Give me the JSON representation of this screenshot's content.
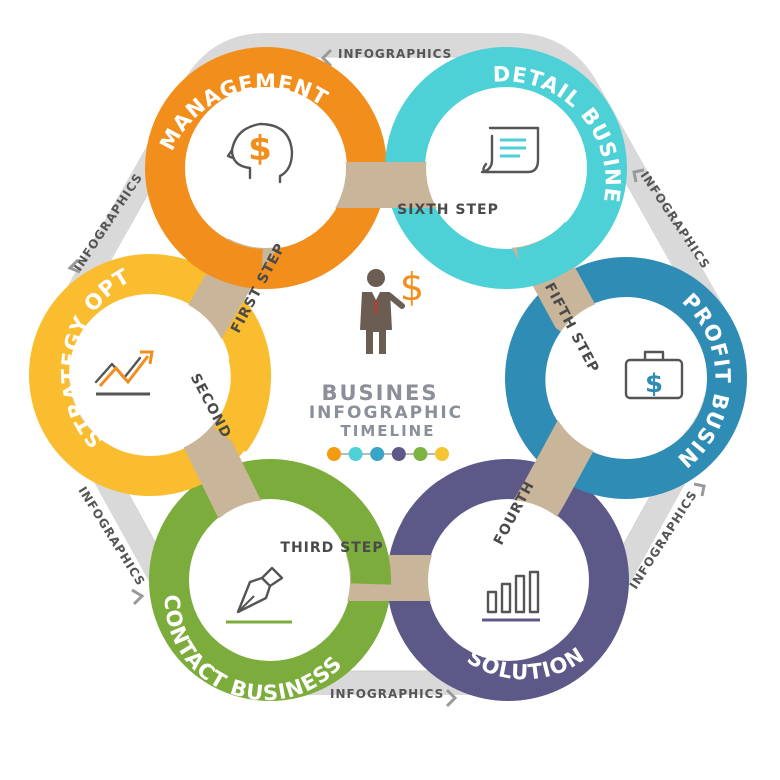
{
  "center": {
    "line1": "BUSINES",
    "line2": "INFOGRAPHIC",
    "line3": "TIMELINE",
    "dots": [
      "#f39c12",
      "#4dd0d6",
      "#3aa3c8",
      "#5d5a8a",
      "#7cb342",
      "#f5c531"
    ]
  },
  "frame": {
    "labels": [
      "INFOGRAPHICS",
      "INFOGRAPHICS",
      "INFOGRAPHICS",
      "INFOGRAPHICS",
      "INFOGRAPHICS",
      "INFOGRAPHICS"
    ]
  },
  "rings": [
    {
      "label": "MANAGEMENT",
      "color": "#f28e1c",
      "icon": "head-dollar-icon"
    },
    {
      "label": "DETAIL BUSINESS",
      "color": "#4dd0d6",
      "icon": "document-scroll-icon"
    },
    {
      "label": "PROFIT BUSINESS",
      "color": "#2f8cb5",
      "icon": "briefcase-dollar-icon"
    },
    {
      "label": "SOLUTION",
      "color": "#5c5888",
      "icon": "bar-chart-icon"
    },
    {
      "label": "CONTACT BUSINESS",
      "color": "#7cac3c",
      "icon": "pen-nib-icon"
    },
    {
      "label": "STRATEGY OPTIONS",
      "color": "#f9bd2f",
      "icon": "trend-arrow-icon"
    }
  ],
  "steps": [
    {
      "label": "FIRST STEP"
    },
    {
      "label": "SECOND"
    },
    {
      "label": "THIRD STEP"
    },
    {
      "label": "FOURTH"
    },
    {
      "label": "FIFTH STEP"
    },
    {
      "label": "SIXTH STEP"
    }
  ],
  "colors": {
    "band": "#c9b599",
    "frame": "#d9d9d9",
    "text_dark": "#4a4a4a",
    "title_gray": "#8a8f9a"
  }
}
